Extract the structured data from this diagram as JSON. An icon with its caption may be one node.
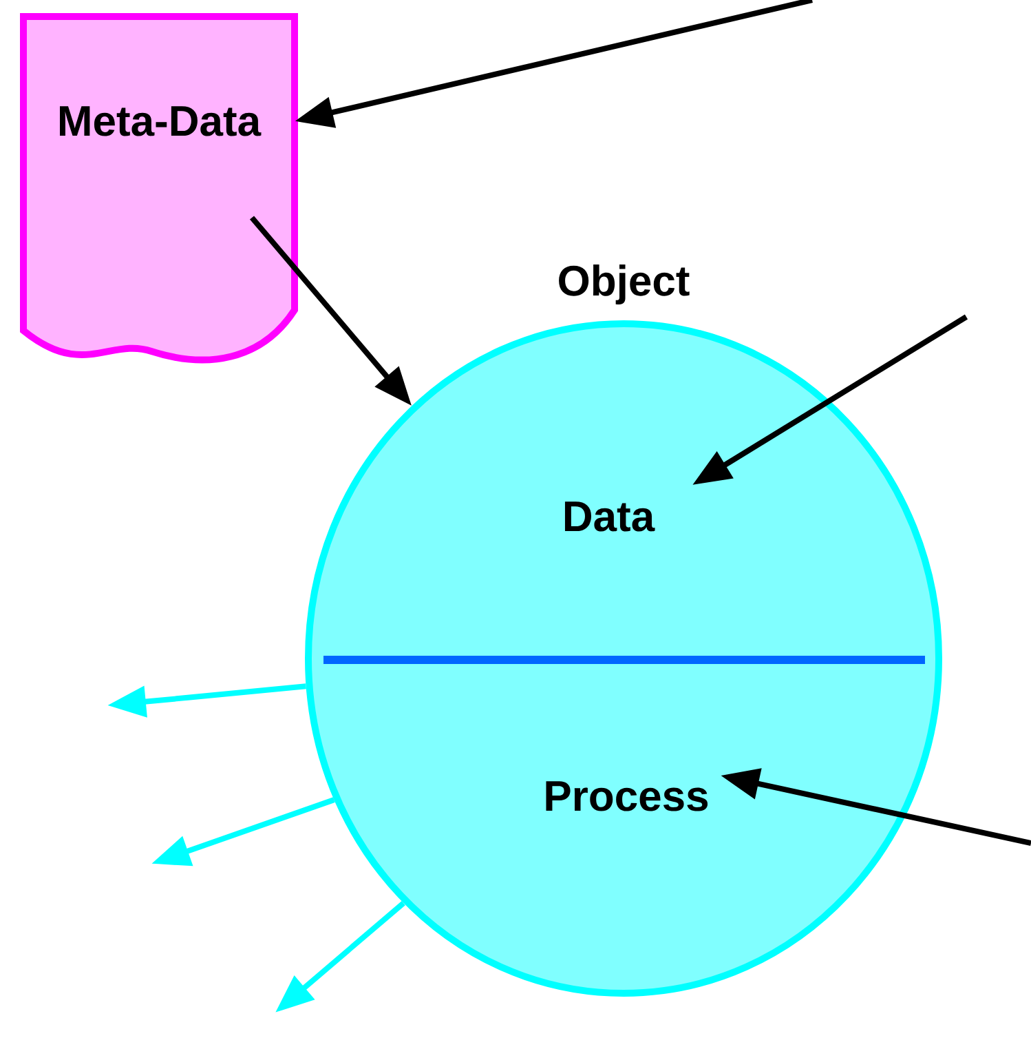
{
  "diagram": {
    "nodes": [
      {
        "text": [
          "Meta-Data"
        ]
      },
      {
        "text": [
          "Object"
        ]
      },
      {
        "text": [
          "Data"
        ],
        "in": 1
      },
      {
        "text": [
          "Process"
        ],
        "in": 1
      }
    ],
    "edges": [
      {
        "from": null,
        "to": 0,
        "arrow": "to"
      },
      {
        "from": 0,
        "to": 1,
        "arrow": "to"
      },
      {
        "from": null,
        "to": 2,
        "arrow": "to"
      },
      {
        "from": null,
        "to": 3,
        "arrow": "to"
      },
      {
        "from": 1,
        "to": null,
        "arrow": "to",
        "color": "#00ffff"
      },
      {
        "from": 1,
        "to": null,
        "arrow": "to",
        "color": "#00ffff"
      },
      {
        "from": 1,
        "to": null,
        "arrow": "to",
        "color": "#00ffff"
      }
    ]
  }
}
